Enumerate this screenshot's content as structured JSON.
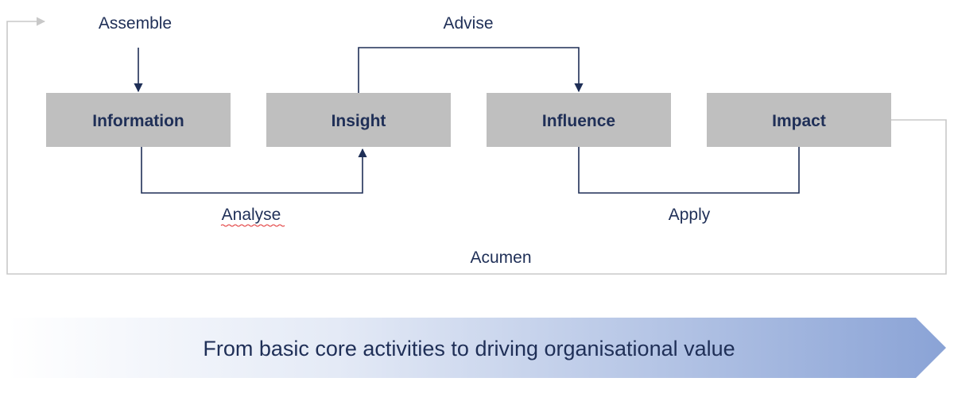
{
  "stages": {
    "information": "Information",
    "insight": "Insight",
    "influence": "Influence",
    "impact": "Impact"
  },
  "connectors": {
    "assemble": "Assemble",
    "advise": "Advise",
    "analyse": "Analyse",
    "apply": "Apply",
    "acumen": "Acumen"
  },
  "banner": {
    "text": "From basic core activities to driving organisational value"
  },
  "colors": {
    "box_fill": "#bfbfbf",
    "text_navy": "#1f2f57",
    "loop_line": "#c8c8c8",
    "banner_start": "#ffffff",
    "banner_end": "#8aa3d6",
    "spellcheck_underline": "#e03030"
  }
}
